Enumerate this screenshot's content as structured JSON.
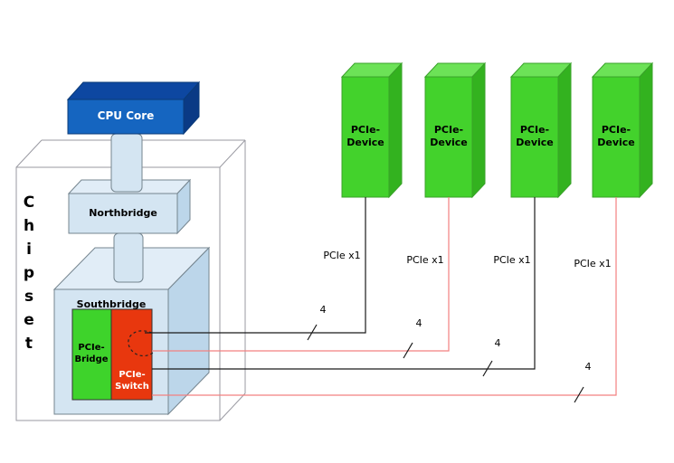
{
  "colors": {
    "background": "#ffffff",
    "chipset_wireframe": "#9a9aa2",
    "cpu_front": "#1565c0",
    "cpu_top": "#0d47a1",
    "cpu_side": "#0a3a85",
    "lightblue_front": "#d4e5f2",
    "lightblue_top": "#e1edf7",
    "lightblue_side": "#bcd6ea",
    "device_front": "#43d22c",
    "device_top": "#6ce257",
    "device_side": "#33b21f",
    "bridge_fill": "#3ed32b",
    "switch_fill": "#e8370e",
    "link_dark": "#1a1a1a",
    "link_red": "#f28080"
  },
  "chipset": {
    "label": "Chipset"
  },
  "cpu": {
    "label": "CPU Core"
  },
  "northbridge": {
    "label": "Northbridge"
  },
  "southbridge": {
    "label": "Southbridge"
  },
  "pcie_bridge": {
    "label": "PCIe-\nBridge"
  },
  "pcie_switch": {
    "label": "PCIe-\nSwitch"
  },
  "devices": [
    {
      "label": "PCIe-\nDevice"
    },
    {
      "label": "PCIe-\nDevice"
    },
    {
      "label": "PCIe-\nDevice"
    },
    {
      "label": "PCIe-\nDevice"
    }
  ],
  "links": [
    {
      "type_label": "PCIe x1",
      "width_label": "4"
    },
    {
      "type_label": "PCIe x1",
      "width_label": "4"
    },
    {
      "type_label": "PCIe x1",
      "width_label": "4"
    },
    {
      "type_label": "PCIe x1",
      "width_label": "4"
    }
  ]
}
